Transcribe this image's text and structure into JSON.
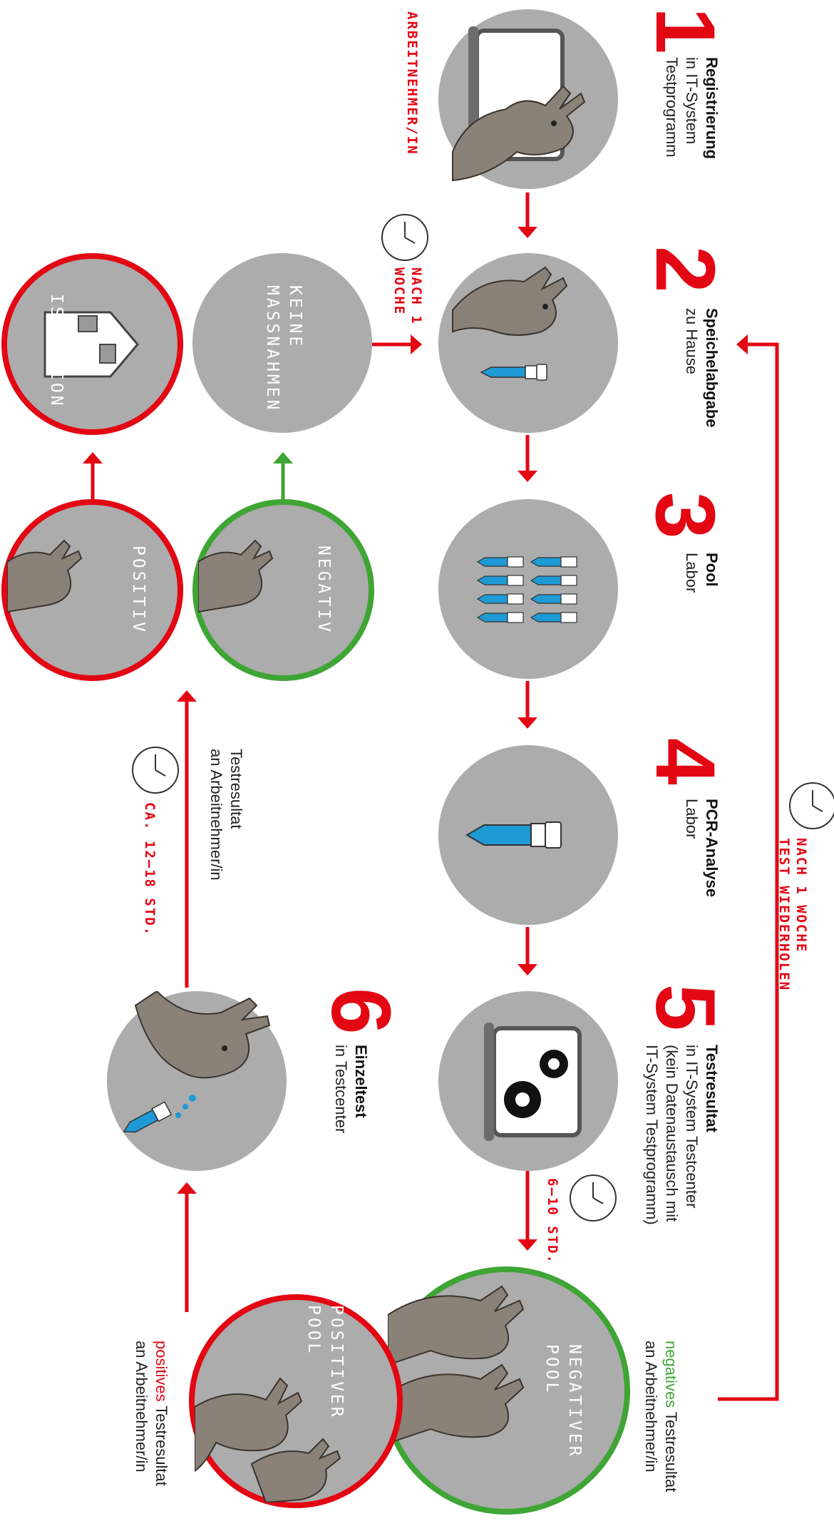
{
  "colors": {
    "accent_red": "#e30613",
    "accent_green": "#3fa535",
    "circle_grey": "#acacac",
    "tube_blue": "#1e9ad6"
  },
  "top_label": "ARBEITNEHMER/IN",
  "steps": [
    {
      "number": "1",
      "title": "Registrierung",
      "lines": [
        "in IT-System",
        "Testprogramm"
      ]
    },
    {
      "number": "2",
      "title": "Speichelabgabe",
      "lines": [
        "zu Hause"
      ]
    },
    {
      "number": "3",
      "title": "Pool",
      "lines": [
        "Labor"
      ]
    },
    {
      "number": "4",
      "title": "PCR-Analyse",
      "lines": [
        "Labor"
      ]
    },
    {
      "number": "5",
      "title": "Testresultat",
      "lines": [
        "in IT-System Testcenter",
        "(kein Datenaustausch mit",
        "IT-System Testprogramm)"
      ]
    },
    {
      "number": "6",
      "title": "Einzeltest",
      "lines": [
        "in Testcenter"
      ]
    }
  ],
  "timers": {
    "after_1_week": [
      "NACH 1",
      "WOCHE"
    ],
    "repeat_test": [
      "NACH 1 WOCHE",
      "TEST WIEDERHOLEN"
    ],
    "analysis_time": "6–10 STD.",
    "individual_time": "CA. 12–18 STD."
  },
  "circle_labels": {
    "keine_massnahmen": [
      "KEINE",
      "MASSNAHMEN"
    ],
    "isolation": "ISOLATION",
    "negativ": "NEGATIV",
    "positiv": "POSITIV",
    "negativer_pool": [
      "NEGATIVER",
      "POOL"
    ],
    "positiver_pool": [
      "POSITIVER",
      "POOL"
    ]
  },
  "result_notes": {
    "individual_result": [
      "Testresultat",
      "an Arbeitnehmer/in"
    ],
    "negative_pool": {
      "highlight": "negatives",
      "rest": " Testresultat",
      "line2": "an Arbeitnehmer/in"
    },
    "positive_pool": {
      "highlight": "positives",
      "rest": " Testresultat",
      "line2": "an Arbeitnehmer/in"
    }
  },
  "icons": [
    "laptop-icon",
    "llama-icon",
    "test-tube-icon",
    "clock-icon",
    "house-icon",
    "gear-icon",
    "arrow-icon"
  ]
}
